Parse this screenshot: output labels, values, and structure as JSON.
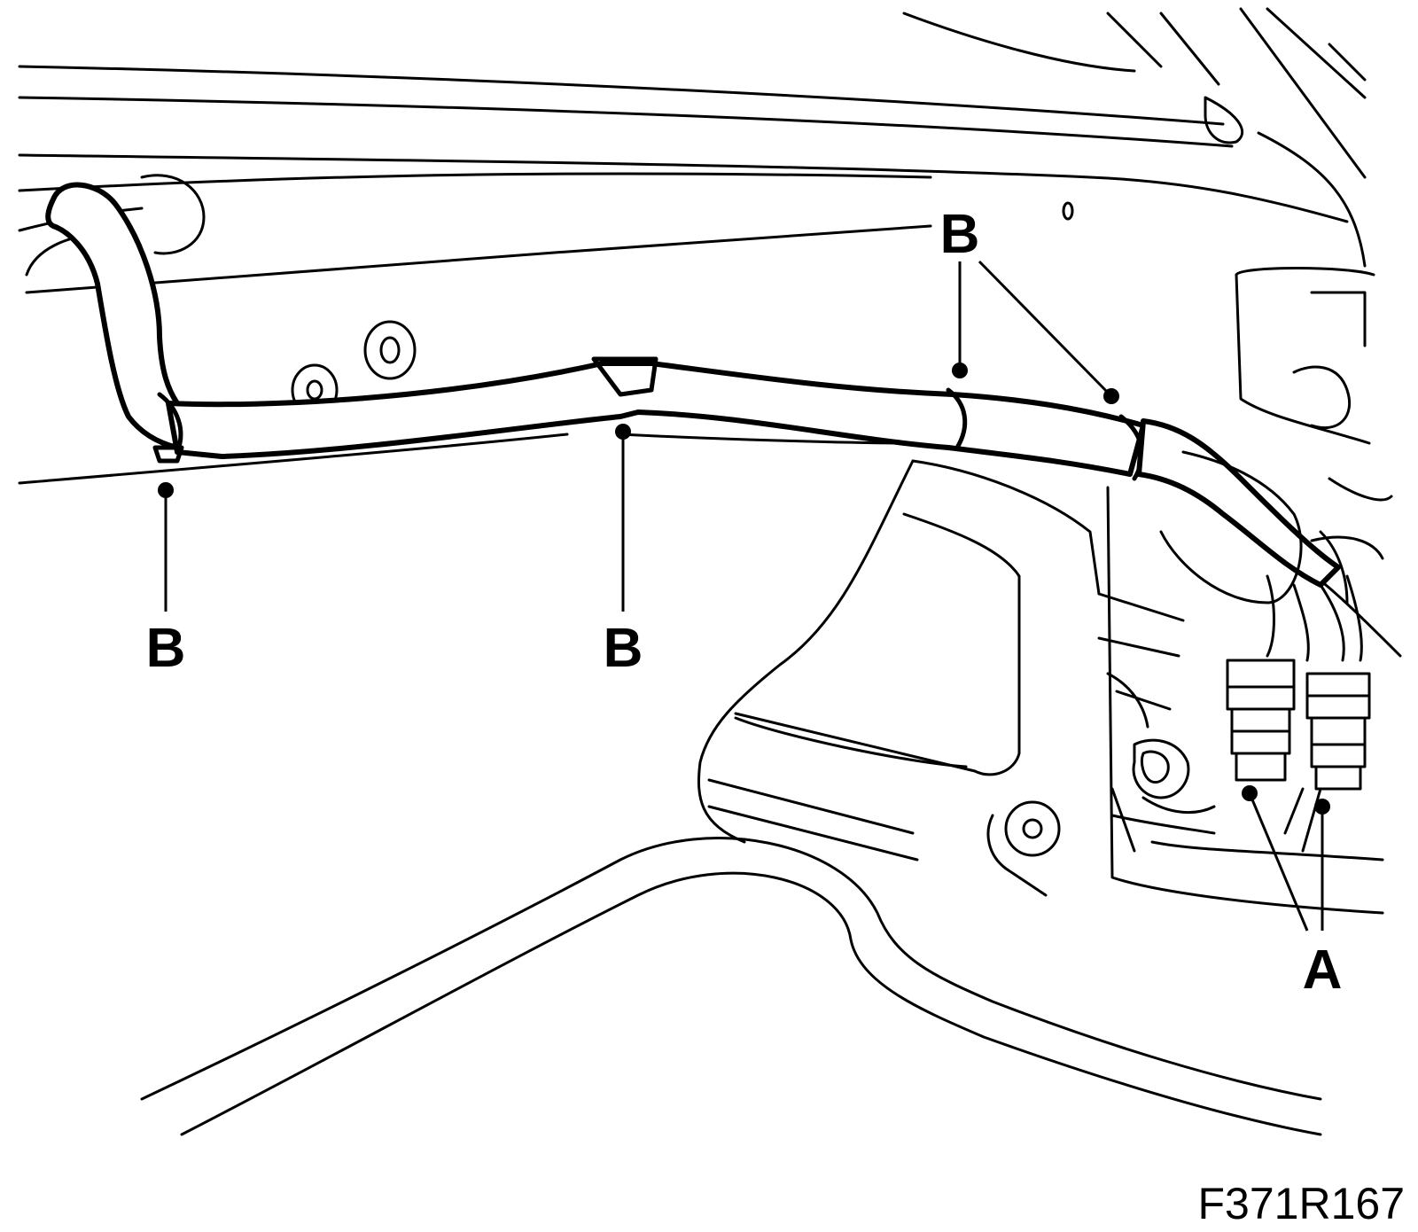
{
  "callouts": {
    "b_left": "B",
    "b_middle": "B",
    "b_top": "B",
    "a_connectors": "A"
  },
  "figure_id": "F371R167"
}
